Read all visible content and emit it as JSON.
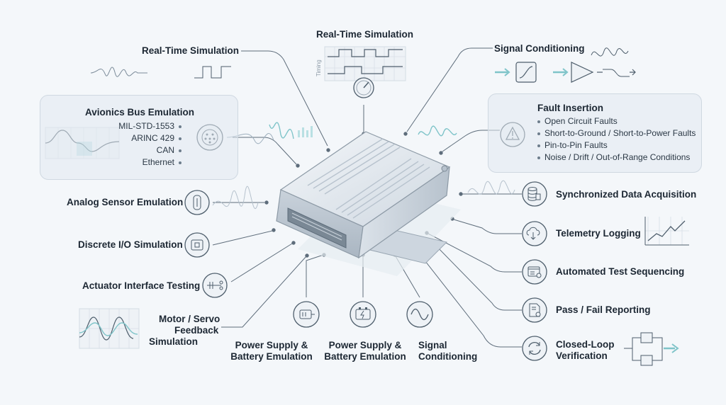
{
  "colors": {
    "line": "#5e6d7b",
    "accent": "#7fc4c9",
    "panel": "#e3e9ef",
    "device": "#dde4eb"
  },
  "labels": {
    "rt_left": "Real-Time Simulation",
    "rt_top": "Real-Time Simulation",
    "timing": "Timing",
    "signal_top": "Signal Conditioning",
    "avionics_title": "Avionics Bus Emulation",
    "avionics_items": [
      "MIL-STD-1553",
      "ARINC 429",
      "CAN",
      "Ethernet"
    ],
    "fault_title": "Fault Insertion",
    "fault_items": [
      "Open Circuit Faults",
      "Short-to-Ground / Short-to-Power Faults",
      "Pin-to-Pin Faults",
      "Noise / Drift / Out-of-Range Conditions"
    ],
    "analog": "Analog Sensor Emulation",
    "discrete": "Discrete I/O Simulation",
    "actuator": "Actuator Interface Testing",
    "motor": [
      "Motor / Servo",
      "Feedback",
      "Simulation"
    ],
    "power1": [
      "Power Supply &",
      "Battery Emulation"
    ],
    "power2": [
      "Power Supply &",
      "Battery Emulation"
    ],
    "signal_bottom": [
      "Signal",
      "Conditioning"
    ],
    "sync": "Synchronized Data Acquisition",
    "telemetry": "Telemetry Logging",
    "ats": "Automated Test Sequencing",
    "passfail": "Pass / Fail Reporting",
    "closed": [
      "Closed-Loop",
      "Verification"
    ]
  },
  "icons": [
    "gauge-icon",
    "connector-icon",
    "warning-icon",
    "sensor-icon",
    "discrete-io-icon",
    "actuator-icon",
    "motor-icon",
    "battery-icon",
    "sine-wave-icon",
    "database-icon",
    "cloud-download-icon",
    "test-sequence-icon",
    "report-icon",
    "refresh-icon"
  ]
}
